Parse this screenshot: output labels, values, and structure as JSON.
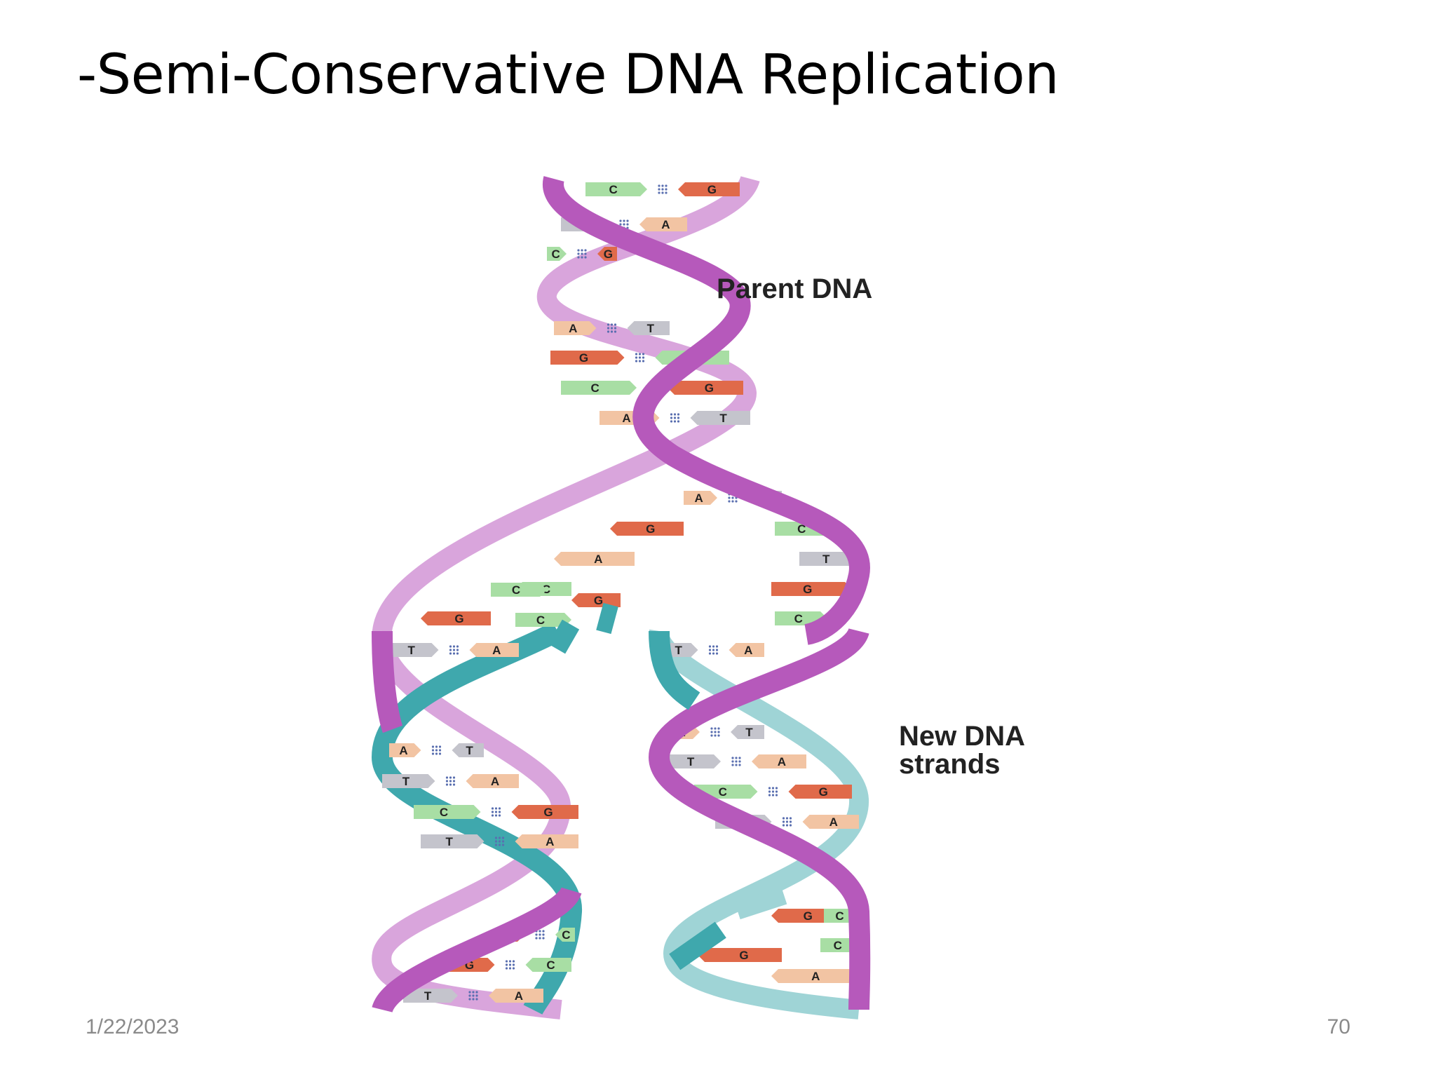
{
  "slide": {
    "title": "-Semi-Conservative DNA Replication",
    "date": "1/22/2023",
    "page_number": "70"
  },
  "diagram": {
    "labels": {
      "parent": "Parent DNA",
      "new_line1": "New DNA",
      "new_line2": "strands"
    },
    "colors": {
      "parent_strand": "#b659bb",
      "parent_strand_light": "#d9a5dc",
      "new_strand": "#3fa8ad",
      "new_strand_light": "#9fd4d6",
      "base_A": "#f2c4a3",
      "base_T": "#c4c4cc",
      "base_C": "#a8dea4",
      "base_G": "#e06a4a"
    },
    "parent_pairs": [
      [
        "C",
        "G"
      ],
      [
        "T",
        "A"
      ],
      [
        "C",
        "G"
      ],
      [
        "A",
        "T"
      ],
      [
        "G",
        "C"
      ],
      [
        "C",
        "G"
      ],
      [
        "A",
        "T"
      ]
    ],
    "left_daughter_pairs": [
      [
        "T",
        "A"
      ],
      [
        "A",
        "T"
      ],
      [
        "T",
        "A"
      ],
      [
        "C",
        "G"
      ],
      [
        "T",
        "A"
      ],
      [
        "G",
        "C"
      ],
      [
        "T",
        "A"
      ]
    ],
    "right_daughter_pairs": [
      [
        "T",
        "A"
      ],
      [
        "A",
        "T"
      ],
      [
        "T",
        "A"
      ],
      [
        "C",
        "G"
      ],
      [
        "T",
        "A"
      ]
    ],
    "unpaired_left": [
      "G",
      "A",
      "C",
      "G"
    ],
    "unpaired_right": [
      "C",
      "T",
      "G",
      "C"
    ]
  }
}
